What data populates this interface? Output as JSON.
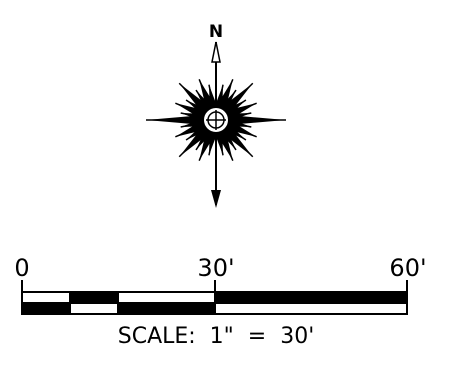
{
  "north_arrow": {
    "label": "N"
  },
  "scale_bar": {
    "ticks": [
      "0",
      "30'",
      "60'"
    ],
    "caption": "SCALE:  1\"  =  30'"
  },
  "colors": {
    "ink": "#000000",
    "paper": "#ffffff"
  },
  "icons": {
    "compass": "compass-rose-icon"
  }
}
